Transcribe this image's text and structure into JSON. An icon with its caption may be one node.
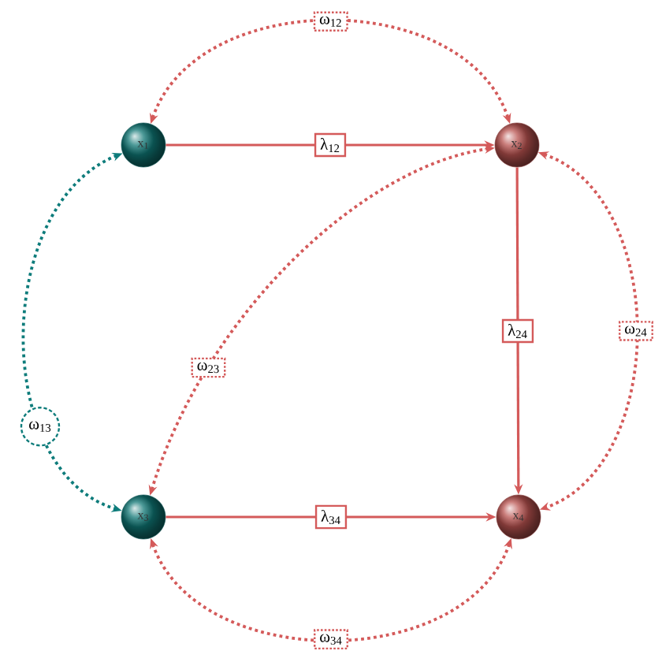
{
  "diagram": {
    "nodes": [
      {
        "text": [
          "x$_{1}$"
        ]
      },
      {
        "text": [
          "x$_{2}$"
        ]
      },
      {
        "text": [
          "x$_{3}$"
        ]
      },
      {
        "text": [
          "x$_{4}$"
        ]
      }
    ],
    "edges": [
      {
        "from": 0,
        "to": 1,
        "arrow": "both",
        "label": "ω$_{12}$",
        "style": "dashed"
      },
      {
        "from": 0,
        "to": 1,
        "arrow": "to",
        "label": "λ$_{12}$"
      },
      {
        "from": 1,
        "to": 2,
        "arrow": "both",
        "label": "ω$_{23}$",
        "style": "dashed"
      },
      {
        "from": 1,
        "to": 3,
        "arrow": "to",
        "label": "λ$_{24}$"
      },
      {
        "from": 1,
        "to": 3,
        "arrow": "both",
        "label": "ω$_{24}$",
        "style": "dashed"
      },
      {
        "from": 0,
        "to": 2,
        "arrow": "both",
        "label": "ω$_{13}$",
        "style": "dashed",
        "color": "#0e7c7b"
      },
      {
        "from": 2,
        "to": 3,
        "arrow": "to",
        "label": "λ$_{34}$"
      },
      {
        "from": 2,
        "to": 3,
        "arrow": "both",
        "label": "ω$_{34}$",
        "style": "dashed"
      }
    ]
  }
}
